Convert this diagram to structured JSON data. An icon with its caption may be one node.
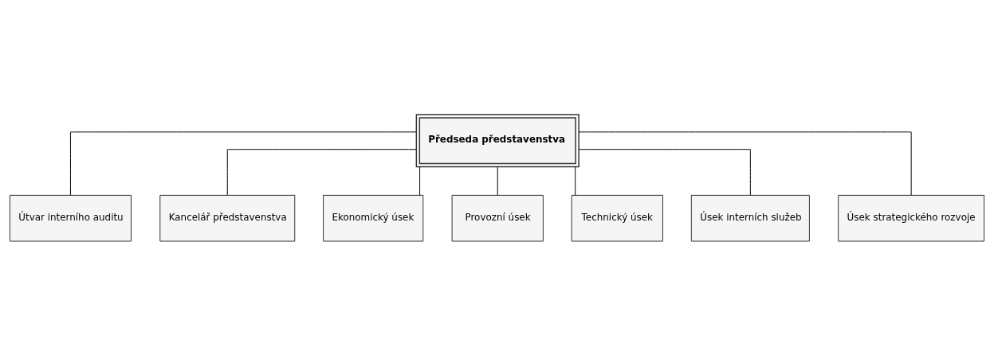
{
  "diagram": {
    "nodes": [
      {
        "text": [
          "Předseda představenstva"
        ]
      },
      {
        "text": [
          "Útvar interního auditu"
        ]
      },
      {
        "text": [
          "Kancelář představenstva"
        ]
      },
      {
        "text": [
          "Ekonomický úsek"
        ]
      },
      {
        "text": [
          "Provozní úsek"
        ]
      },
      {
        "text": [
          "Technický úsek"
        ]
      },
      {
        "text": [
          "Úsek interních služeb"
        ]
      },
      {
        "text": [
          "Úsek strategického rozvoje"
        ]
      }
    ],
    "edges": [
      {
        "from": 0,
        "to": 1,
        "arrow": "none"
      },
      {
        "from": 0,
        "to": 2,
        "arrow": "none"
      },
      {
        "from": 0,
        "to": 3,
        "arrow": "none"
      },
      {
        "from": 0,
        "to": 4,
        "arrow": "none"
      },
      {
        "from": 0,
        "to": 5,
        "arrow": "none"
      },
      {
        "from": 0,
        "to": 6,
        "arrow": "none"
      },
      {
        "from": 0,
        "to": 7,
        "arrow": "none"
      }
    ]
  }
}
